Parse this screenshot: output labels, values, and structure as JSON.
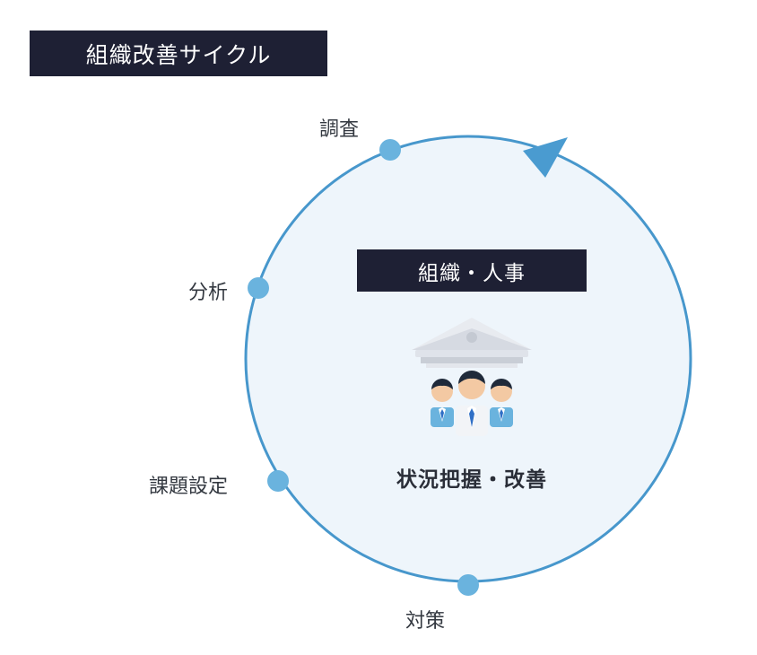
{
  "title": "組織改善サイクル",
  "center": {
    "label": "組織・人事",
    "caption": "状況把握・改善"
  },
  "cycle": {
    "steps": [
      "調査",
      "分析",
      "課題設定",
      "対策"
    ],
    "direction": "clockwise"
  },
  "icons": [
    "government-building-icon",
    "team-people-icon",
    "direction-arrow-icon"
  ],
  "colors": {
    "dark": "#1e2034",
    "circle_stroke": "#4797cc",
    "circle_fill": "#eef5fb",
    "node": "#6ab3de",
    "arrow": "#4a9bd0"
  }
}
